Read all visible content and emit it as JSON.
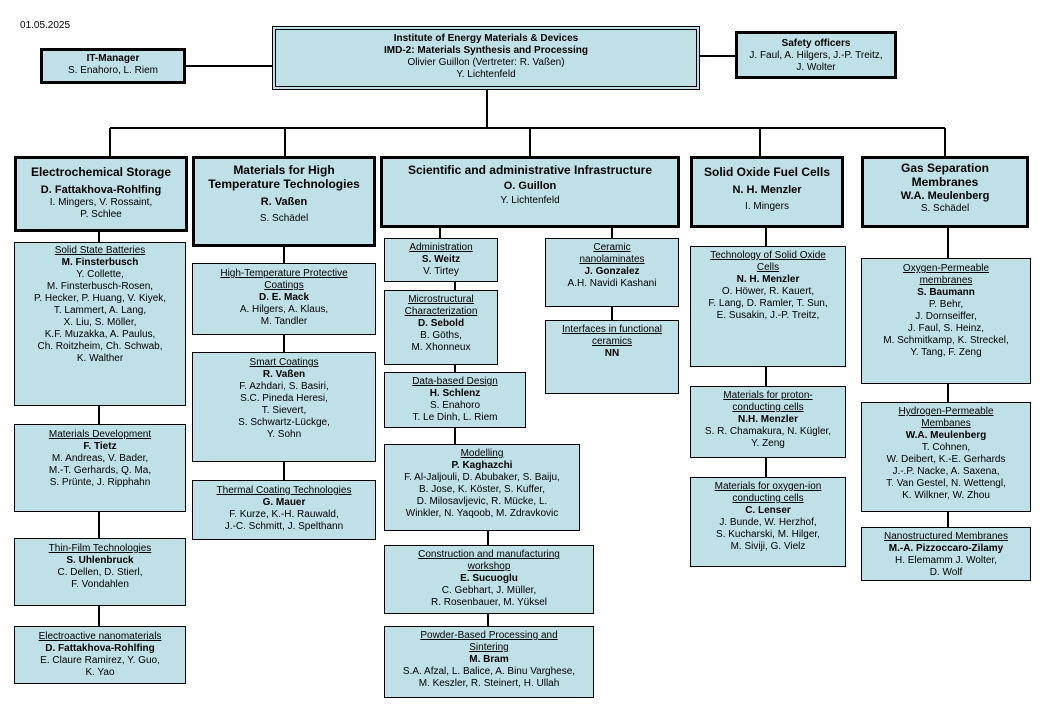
{
  "date": "01.05.2025",
  "header": {
    "line1": "Institute of Energy Materials & Devices",
    "line2": "IMD-2: Materials Synthesis and Processing",
    "line3": "Olivier Guillon  (Vertreter: R. Vaßen)",
    "line4": "Y. Lichtenfeld"
  },
  "it_manager": {
    "title": "IT-Manager",
    "members": "S. Enahoro, L. Riem"
  },
  "safety": {
    "title": "Safety officers",
    "members1": "J. Faul, A. Hilgers, J.-P. Treitz,",
    "members2": "J. Wolter"
  },
  "departments": {
    "electrochem": {
      "title": "Electrochemical Storage",
      "lead": "D. Fattakhova-Rohlfing",
      "m1": "I. Mingers, V. Rossaint,",
      "m2": "P. Schlee"
    },
    "hightemp": {
      "title1": "Materials for High",
      "title2": "Temperature Technologies",
      "lead": "R. Vaßen",
      "m1": "S. Schädel"
    },
    "infra": {
      "title": "Scientific and administrative Infrastructure",
      "lead": "O. Guillon",
      "m1": "Y. Lichtenfeld"
    },
    "sofc": {
      "title": "Solid Oxide Fuel Cells",
      "lead": "N. H. Menzler",
      "m1": "I. Mingers"
    },
    "gas": {
      "title1": "Gas Separation",
      "title2": "Membranes",
      "lead": "W.A. Meulenberg",
      "m1": "S. Schädel"
    }
  },
  "groups": {
    "ssb": {
      "title": "Solid State Batteries",
      "lead": "M. Finsterbusch",
      "members": [
        "Y. Collette,",
        "M. Finsterbusch-Rosen,",
        "P. Hecker, P. Huang, V. Kiyek,",
        "T. Lammert,  A. Lang,",
        "X. Liu, S. Möller,",
        "K.F. Muzakka, A. Paulus,",
        "Ch. Roitzheim, Ch. Schwab,",
        "K. Walther"
      ]
    },
    "matdev": {
      "title": "Materials Development",
      "lead": "F. Tietz",
      "members": [
        "M. Andreas, V. Bader,",
        "M.-T. Gerhards, Q. Ma,",
        "S. Prünte, J. Ripphahn"
      ]
    },
    "thinfilm": {
      "title": "Thin-Film Technologies",
      "lead": "S. Uhlenbruck",
      "members": [
        "C. Dellen, D. Stierl,",
        "F. Vondahlen"
      ]
    },
    "electroactive": {
      "title": "Electroactive nanomaterials",
      "lead": "D. Fattakhova-Rohlfing",
      "members": [
        "E. Claure Ramirez, Y. Guo,",
        "K. Yao"
      ]
    },
    "htpc": {
      "title1": "High-Temperature Protective",
      "title2": "Coatings",
      "lead": "D. E. Mack",
      "members": [
        "A. Hilgers, A. Klaus,",
        "M. Tandler"
      ]
    },
    "smart": {
      "title": "Smart Coatings",
      "lead": "R. Vaßen",
      "members": [
        "F. Azhdari, S. Basiri,",
        "S.C. Pineda Heresi,",
        "T. Sievert,",
        "S. Schwartz-Lückge,",
        "Y. Sohn"
      ]
    },
    "thermal": {
      "title": "Thermal Coating Technologies",
      "lead": "G. Mauer",
      "members": [
        "F. Kurze, K.-H. Rauwald,",
        "J.-C. Schmitt, J. Spelthann"
      ]
    },
    "admin": {
      "title": "Administration",
      "lead": "S. Weitz",
      "members": [
        "V. Tirtey"
      ]
    },
    "micro": {
      "title1": "Microstructural",
      "title2": "Characterization",
      "lead": "D. Sebold",
      "members": [
        "B. Göths,",
        "M. Xhonneux"
      ]
    },
    "databased": {
      "title": "Data-based Design",
      "lead": "H. Schlenz",
      "members": [
        "S. Enahoro",
        "T. Le Dinh, L. Riem"
      ]
    },
    "modelling": {
      "title": "Modelling",
      "lead": "P. Kaghazchi",
      "members": [
        "F. Al-Jaljouli, D. Abubaker, S. Baiju,",
        "B. Jose, K. Köster, S. Kuffer,",
        "D. Milosavljevic, R. Mücke, L.",
        "Winkler, N. Yaqoob, M. Zdravkovic"
      ]
    },
    "construction": {
      "title1": "Construction and manufacturing",
      "title2": "workshop",
      "lead": "E. Sucuoglu",
      "members": [
        "C. Gebhart, J. Müller,",
        "R. Rosenbauer, M. Yüksel"
      ]
    },
    "powder": {
      "title1": "Powder-Based Processing and",
      "title2": "Sintering",
      "lead": "M. Bram",
      "members": [
        "S.A. Afzal, L. Balice, A. Binu Varghese,",
        "M. Keszler, R. Steinert, H. Ullah"
      ]
    },
    "ceramic": {
      "title1": "Ceramic",
      "title2": "nanolaminates",
      "lead": "J. Gonzalez",
      "members": [
        "A.H. Navidi Kashani"
      ]
    },
    "interfaces": {
      "title1": "Interfaces in functional",
      "title2": "ceramics",
      "lead": "NN"
    },
    "tsofc": {
      "title1": "Technology of Solid Oxide",
      "title2": "Cells",
      "lead": "N. H. Menzler",
      "members": [
        "O. Höwer, R. Kauert,",
        "F. Lang, D. Ramler, T. Sun,",
        "E. Susakin, J.-P. Treitz,"
      ]
    },
    "proton": {
      "title1": "Materials for proton-",
      "title2": "conducting cells",
      "lead": "N.H. Menzler",
      "members": [
        "S. R. Chamakura, N. Kügler,",
        "Y. Zeng"
      ]
    },
    "oxygenion": {
      "title1": "Materials for oxygen-ion",
      "title2": "conducting cells",
      "lead": "C. Lenser",
      "members": [
        "J. Bunde, W. Herzhof,",
        "S. Kucharski, M. Hilger,",
        "M. Siviji, G. Vielz"
      ]
    },
    "oxyperm": {
      "title1": "Oxygen-Permeable",
      "title2": "membranes",
      "lead": "S. Baumann",
      "members": [
        "P. Behr,",
        "J. Dornseiffer,",
        "J. Faul, S. Heinz,",
        "M. Schmitkamp,  K. Streckel,",
        "Y. Tang, F. Zeng"
      ]
    },
    "hydperm": {
      "title1": "Hydrogen-Permeable",
      "title2": "Membanes",
      "lead": "W.A. Meulenberg",
      "members": [
        "T. Cohnen,",
        "W. Deibert, K.-E. Gerhards",
        "J.-.P. Nacke, A. Saxena,",
        "T. Van Gestel, N. Wettengl,",
        "K. Wilkner, W. Zhou"
      ]
    },
    "nano": {
      "title": "Nanostructured Membranes",
      "lead": "M.-A. Pizzoccaro-Zilamy",
      "members": [
        "H. Elemamm  J. Wolter,",
        "D. Wolf"
      ]
    }
  }
}
